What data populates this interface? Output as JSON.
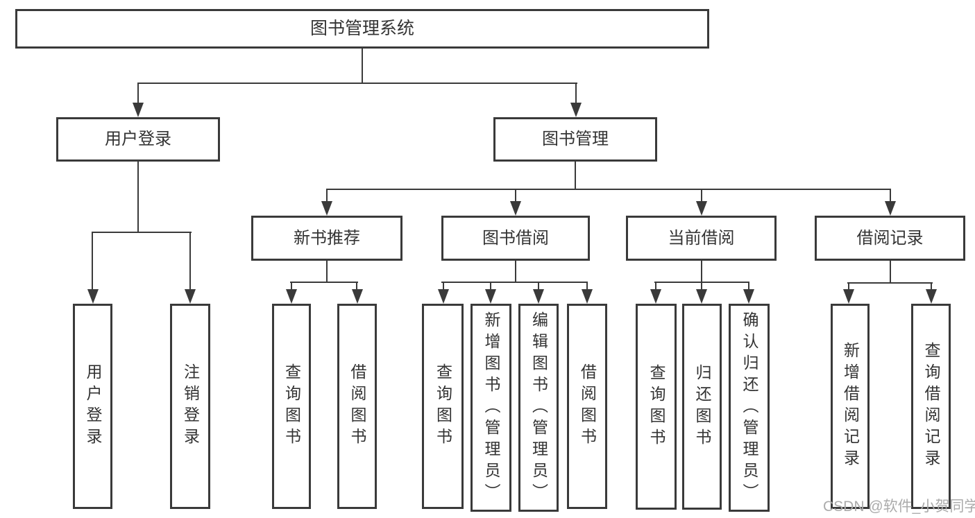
{
  "diagram_title": "图书管理系统",
  "colors": {
    "line": "#3a3a3a",
    "box_border": "#3a3a3a",
    "box_fill": "#ffffff",
    "text": "#333333",
    "watermark": "#ababab"
  },
  "tree": {
    "root": {
      "label": "图书管理系统"
    },
    "branches": [
      {
        "label": "用户登录",
        "children": [
          {
            "label": "用户登录"
          },
          {
            "label": "注销登录"
          }
        ]
      },
      {
        "label": "图书管理",
        "children": [
          {
            "label": "新书推荐",
            "children": [
              {
                "label": "查询图书"
              },
              {
                "label": "借阅图书"
              }
            ]
          },
          {
            "label": "图书借阅",
            "children": [
              {
                "label": "查询图书"
              },
              {
                "label": "新增图书（管理员）"
              },
              {
                "label": "编辑图书（管理员）"
              },
              {
                "label": "借阅图书"
              }
            ]
          },
          {
            "label": "当前借阅",
            "children": [
              {
                "label": "查询图书"
              },
              {
                "label": "归还图书"
              },
              {
                "label": "确认归还（管理员）"
              }
            ]
          },
          {
            "label": "借阅记录",
            "children": [
              {
                "label": "新增借阅记录"
              },
              {
                "label": "查询借阅记录"
              }
            ]
          }
        ]
      }
    ]
  },
  "watermark": {
    "text": "CSDN @软件_小贺同学"
  }
}
